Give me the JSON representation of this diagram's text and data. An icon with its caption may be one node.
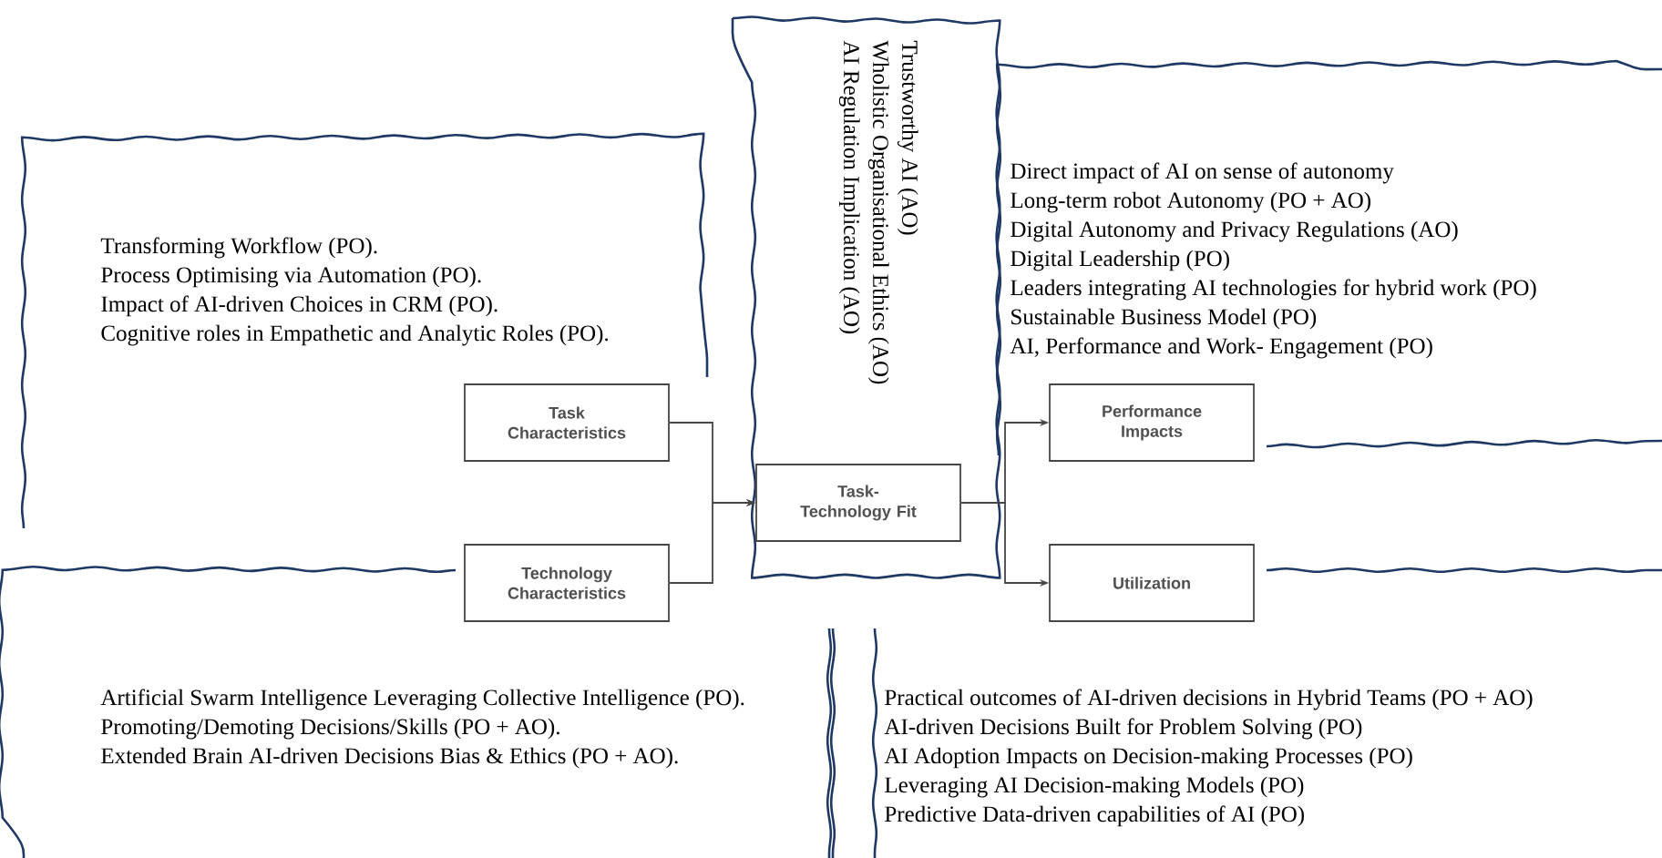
{
  "diagram": {
    "nodes": [
      {
        "text": [
          "Transforming Workflow (PO).",
          "Process Optimising via Automation (PO).",
          "Impact of AI-driven Choices in CRM (PO).",
          "Cognitive roles in Empathetic and Analytic Roles (PO)."
        ]
      },
      {
        "text": [
          "Trustworthy AI (AO)",
          "Wholistic Organisational Ethics (AO)",
          "AI Regulation Implication (AO)"
        ]
      },
      {
        "text": [
          "Direct impact of AI on sense of autonomy",
          "Long-term robot Autonomy (PO + AO)",
          "Digital Autonomy and Privacy Regulations (AO)",
          "Digital Leadership (PO)",
          "Leaders integrating AI technologies for hybrid work (PO)",
          "Sustainable Business Model (PO)",
          "AI, Performance and Work- Engagement (PO)"
        ]
      },
      {
        "text": [
          "Artificial Swarm Intelligence Leveraging Collective Intelligence (PO).",
          "Promoting/Demoting Decisions/Skills (PO + AO).",
          "Extended Brain AI-driven Decisions Bias & Ethics (PO + AO)."
        ]
      },
      {
        "text": [
          "Practical outcomes of AI-driven decisions in Hybrid Teams (PO + AO)",
          "AI-driven Decisions Built for Problem Solving (PO)",
          "AI Adoption Impacts on Decision-making Processes (PO)",
          "Leveraging AI Decision-making Models (PO)",
          "Predictive Data-driven capabilities of AI (PO)"
        ]
      },
      {
        "text": [
          "Task Characteristics"
        ]
      },
      {
        "text": [
          "Technology Characteristics"
        ]
      },
      {
        "text": [
          "Task-Technology Fit"
        ]
      },
      {
        "text": [
          "Performance Impacts"
        ]
      },
      {
        "text": [
          "Utilization"
        ]
      }
    ],
    "edges": [
      {
        "from": 5,
        "to": 7,
        "arrow": "to"
      },
      {
        "from": 6,
        "to": 7,
        "arrow": "to"
      },
      {
        "from": 7,
        "to": 8,
        "arrow": "to"
      },
      {
        "from": 7,
        "to": 9,
        "arrow": "to"
      }
    ]
  }
}
